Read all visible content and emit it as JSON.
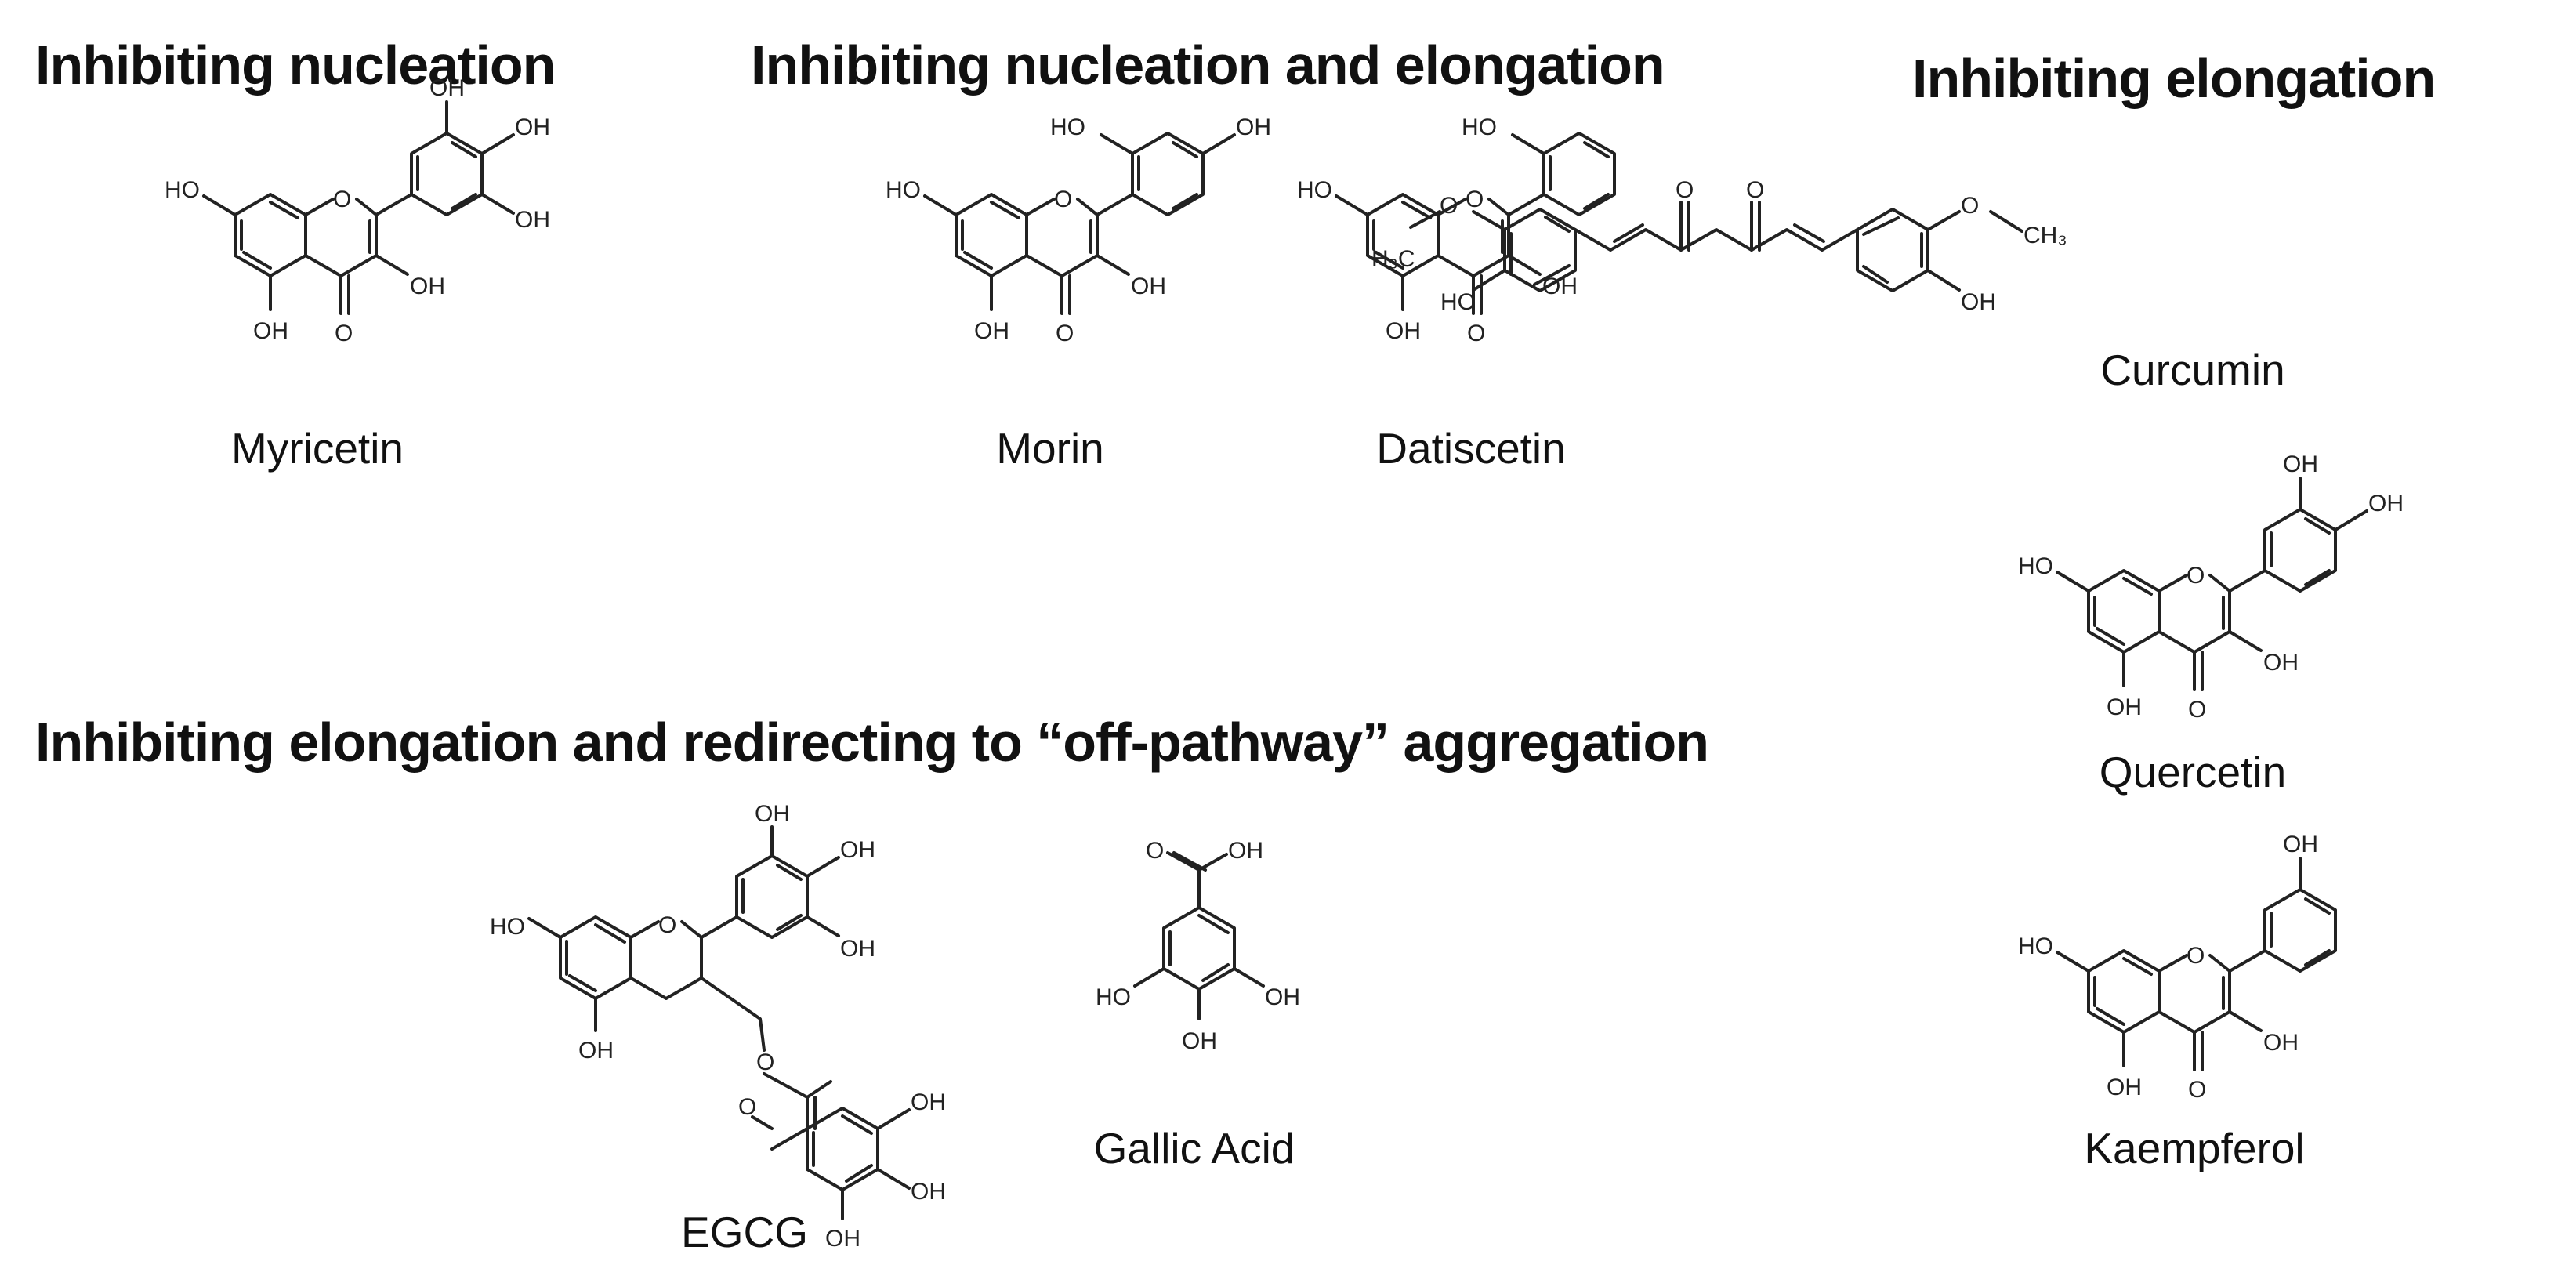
{
  "headings": {
    "nucleation": "Inhibiting nucleation",
    "nucleation_elongation": "Inhibiting nucleation and elongation",
    "elongation": "Inhibiting elongation",
    "elongation_offpathway": "Inhibiting elongation and redirecting to “off-pathway” aggregation"
  },
  "compounds": {
    "myricetin": "Myricetin",
    "morin": "Morin",
    "datiscetin": "Datiscetin",
    "curcumin": "Curcumin",
    "quercetin": "Quercetin",
    "kaempferol": "Kaempferol",
    "egcg": "EGCG",
    "gallic_acid": "Gallic Acid"
  },
  "atom_labels": {
    "oh": "OH",
    "ho": "HO",
    "o": "O",
    "h3c": "H₃C",
    "ch3": "CH₃"
  }
}
